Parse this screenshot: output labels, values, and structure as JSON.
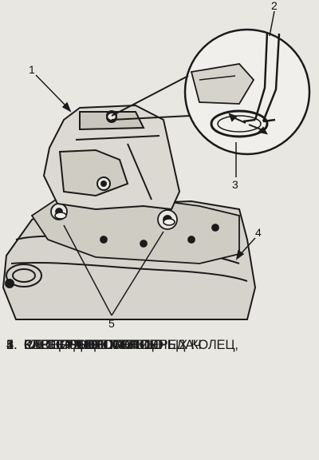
{
  "callouts": {
    "c1": "1",
    "c2": "2",
    "c3": "3",
    "c4": "4",
    "c5": "5"
  },
  "legend": [
    {
      "num": "1.",
      "text": "КАРТЕР КОРОБКИ ПЕРЕДАЧ"
    },
    {
      "num": "2.",
      "text": "КЛЕЩИ ДЛЯ СТОПОРНЫХ КОЛЕЦ,"
    },
    {
      "num": "",
      "text": "07LGC-0010100"
    },
    {
      "num": "3.",
      "text": "СТОПОРНОЕ КОЛЬЦО"
    },
    {
      "num": "4.",
      "text": "КАРТЕР СЦЕПЛЕНИЯ"
    },
    {
      "num": "5.",
      "text": "РЕПЕРНЫЕ ШТИФТЫ"
    }
  ],
  "colors": {
    "ink": "#1b1b1b",
    "paper": "#e9e7e2",
    "housing_fill": "#d6d3cc"
  }
}
